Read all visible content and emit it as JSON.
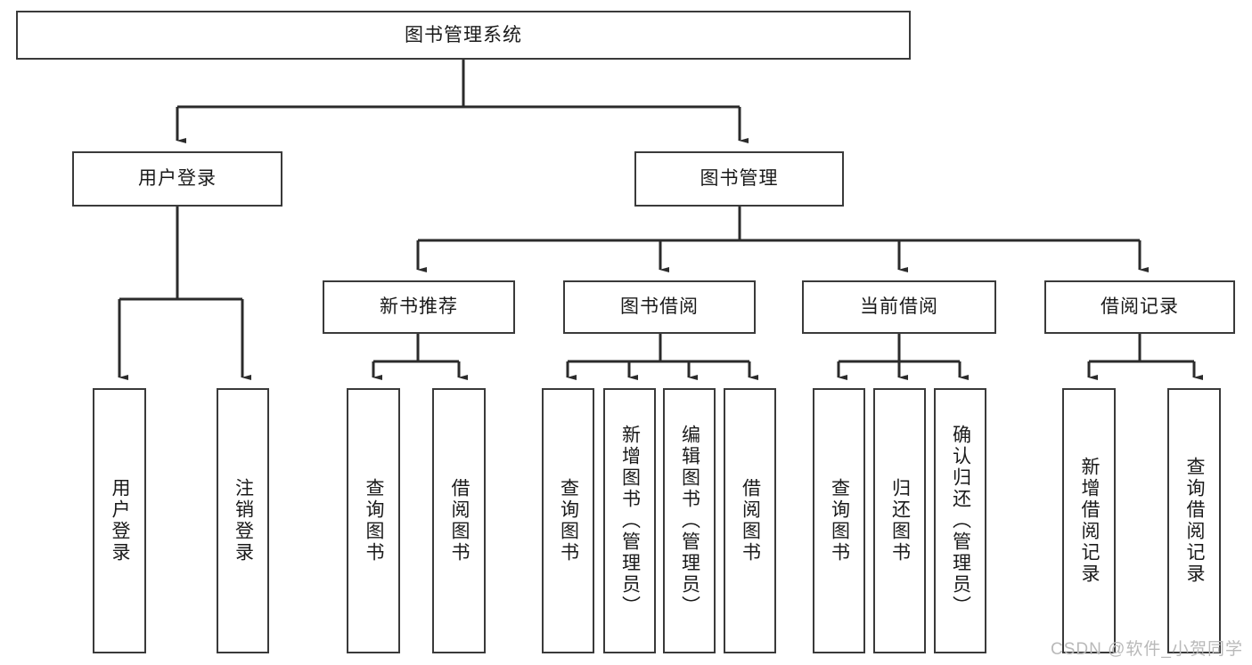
{
  "diagram": {
    "title": "图书管理系统",
    "type": "tree-hierarchy",
    "orientation": "top-down",
    "colors": {
      "node_border": "#3a3a3a",
      "node_fill": "#ffffff",
      "edge": "#2b2b2b",
      "text": "#1a1a1a",
      "watermark": "#b9b9b9",
      "background": "#ffffff"
    },
    "watermark": "CSDN @软件_小贺同学"
  },
  "nodes": {
    "root": {
      "label": "图书管理系统"
    },
    "level2": [
      {
        "label": "用户登录"
      },
      {
        "label": "图书管理"
      }
    ],
    "level3": [
      {
        "label": "新书推荐"
      },
      {
        "label": "图书借阅"
      },
      {
        "label": "当前借阅"
      },
      {
        "label": "借阅记录"
      }
    ],
    "leaves": {
      "user_login": [
        {
          "label": "用户登录"
        },
        {
          "label": "注销登录"
        }
      ],
      "new_book_recommend": [
        {
          "label": "查询图书"
        },
        {
          "label": "借阅图书"
        }
      ],
      "book_borrow": [
        {
          "label": "查询图书"
        },
        {
          "label": "新增图书（管理员）"
        },
        {
          "label": "编辑图书（管理员）"
        },
        {
          "label": "借阅图书"
        }
      ],
      "current_borrow": [
        {
          "label": "查询图书"
        },
        {
          "label": "归还图书"
        },
        {
          "label": "确认归还（管理员）"
        }
      ],
      "borrow_record": [
        {
          "label": "新增借阅记录"
        },
        {
          "label": "查询借阅记录"
        }
      ]
    }
  },
  "chart_data": {
    "type": "tree",
    "title": "图书管理系统",
    "hierarchy": {
      "name": "图书管理系统",
      "children": [
        {
          "name": "用户登录",
          "children": [
            {
              "name": "用户登录"
            },
            {
              "name": "注销登录"
            }
          ]
        },
        {
          "name": "图书管理",
          "children": [
            {
              "name": "新书推荐",
              "children": [
                {
                  "name": "查询图书"
                },
                {
                  "name": "借阅图书"
                }
              ]
            },
            {
              "name": "图书借阅",
              "children": [
                {
                  "name": "查询图书"
                },
                {
                  "name": "新增图书（管理员）"
                },
                {
                  "name": "编辑图书（管理员）"
                },
                {
                  "name": "借阅图书"
                }
              ]
            },
            {
              "name": "当前借阅",
              "children": [
                {
                  "name": "查询图书"
                },
                {
                  "name": "归还图书"
                },
                {
                  "name": "确认归还（管理员）"
                }
              ]
            },
            {
              "name": "借阅记录",
              "children": [
                {
                  "name": "新增借阅记录"
                },
                {
                  "name": "查询借阅记录"
                }
              ]
            }
          ]
        }
      ]
    }
  }
}
